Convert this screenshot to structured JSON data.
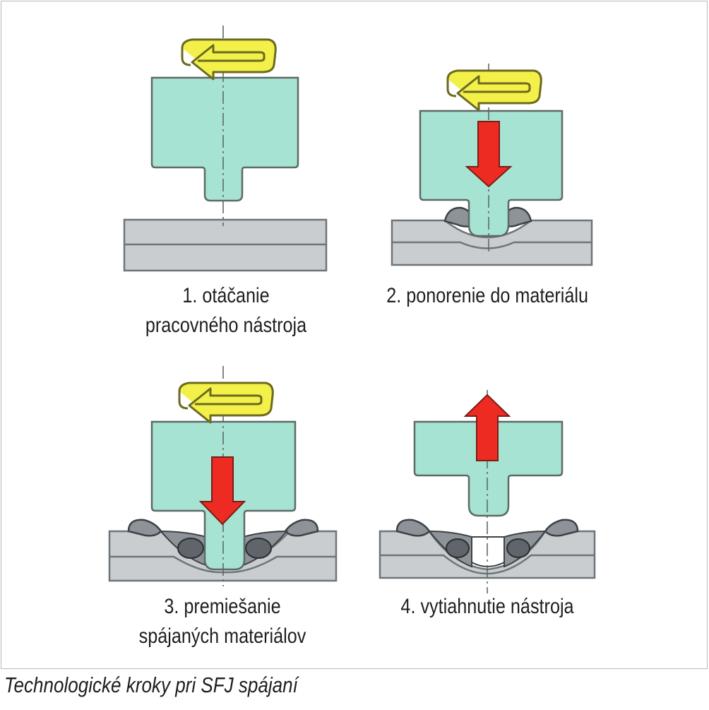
{
  "steps": [
    {
      "line1": "1. otáčanie",
      "line2": "pracovného nástroja"
    },
    {
      "line1": "2. ponorenie do materiálu",
      "line2": ""
    },
    {
      "line1": "3. premiešanie",
      "line2": "spájaných materiálov"
    },
    {
      "line1": "4. vytiahnutie nástroja",
      "line2": ""
    }
  ],
  "caption": "Technologické kroky pri SFJ spájaní",
  "colors": {
    "tool": "#a7e3d2",
    "plate": "#c9cdcf",
    "flash": "#8d9398",
    "nugget": "#5f656a",
    "rotation_arrow": "#f4f04a",
    "force_arrow": "#ee2b22"
  }
}
